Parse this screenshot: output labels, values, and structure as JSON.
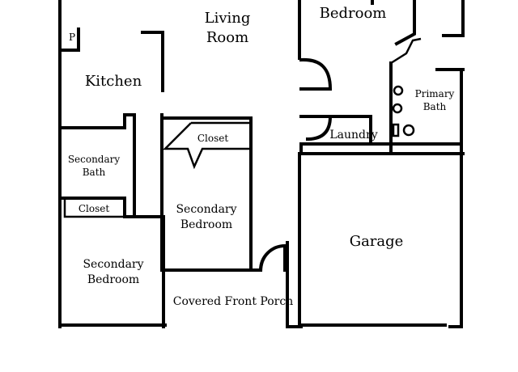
{
  "rooms": {
    "living_room": [
      "Living",
      "Room"
    ],
    "bedroom_top": "Bedroom",
    "kitchen": "Kitchen",
    "pantry": "P",
    "primary_bath": [
      "Primary",
      "Bath"
    ],
    "closet_mid": "Closet",
    "laundry": "Laundry",
    "secondary_bath": [
      "Secondary",
      "Bath"
    ],
    "closet_left": "Closet",
    "secondary_bedroom_mid": [
      "Secondary",
      "Bedroom"
    ],
    "garage": "Garage",
    "secondary_bedroom_left": [
      "Secondary",
      "Bedroom"
    ],
    "covered_front_porch": "Covered Front Porch"
  }
}
